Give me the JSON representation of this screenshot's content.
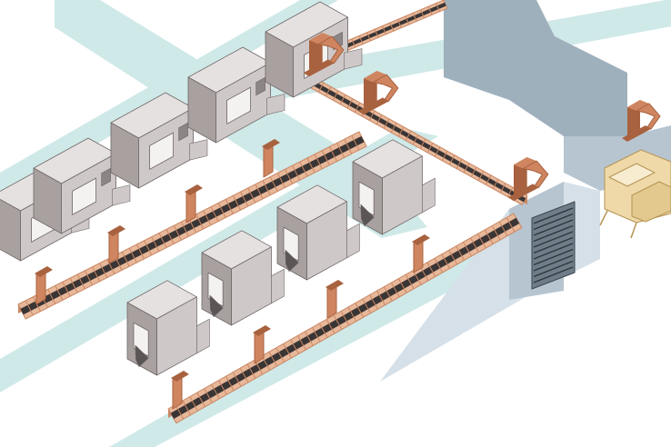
{
  "diagram": {
    "kind": "isometric-factory-layout",
    "colors": {
      "background": "#ffffff",
      "floor_stripe": "#cfe9e8",
      "machine_light": "#e6e1e1",
      "machine_mid": "#cfc8c8",
      "machine_dark": "#a9a0a0",
      "machine_line": "#6f6767",
      "conveyor_top": "#e8b89a",
      "conveyor_side": "#c98763",
      "conveyor_belt": "#3a3535",
      "robot": "#cf8660",
      "robot_dark": "#a8623f",
      "building_dark": "#9fb0bd",
      "building_mid": "#b7c5d0",
      "building_light": "#d6e0e8",
      "shutter": "#6f7d89",
      "palletizer": "#efd9a8",
      "palletizer_line": "#b59454"
    },
    "machine_rows": [
      {
        "name": "upper-row",
        "style": "lathe",
        "count": 5
      },
      {
        "name": "lower-row",
        "style": "machining-center",
        "count": 4
      }
    ],
    "conveyors": 3,
    "transfer_robots": 4
  }
}
